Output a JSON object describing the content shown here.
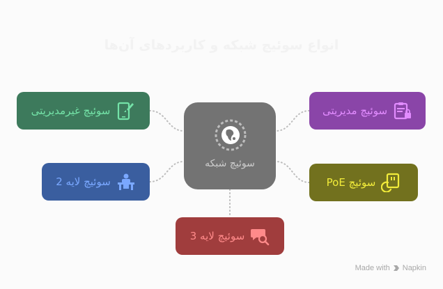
{
  "title": "انواع سوئیچ شبکه و کاربردهای آن‌ها",
  "center": {
    "label": "سوئیچ شبکه",
    "icon": "network-switch-icon",
    "color": "#737373"
  },
  "nodes": {
    "unmanaged": {
      "label": "سوئیچ غیرمدیریتی",
      "icon": "phone-rocket-icon",
      "color": "#3d7a5c",
      "text_color": "#74e3a8"
    },
    "layer2": {
      "label": "سوئیچ لایه 2",
      "icon": "desk-person-icon",
      "color": "#3a5e9f",
      "text_color": "#7aa8ff"
    },
    "layer3": {
      "label": "سوئیچ لایه 3",
      "icon": "chat-search-icon",
      "color": "#a03d3d",
      "text_color": "#ff8a8a"
    },
    "managed": {
      "label": "سوئیچ مدیریتی",
      "icon": "clipboard-lock-icon",
      "color": "#8a45a8",
      "text_color": "#e28cff"
    },
    "poe": {
      "label": "سوئیچ PoE",
      "icon": "power-plug-icon",
      "color": "#72711e",
      "text_color": "#f2ec3a"
    }
  },
  "footer": {
    "made_with": "Made with",
    "brand": "Napkin"
  }
}
